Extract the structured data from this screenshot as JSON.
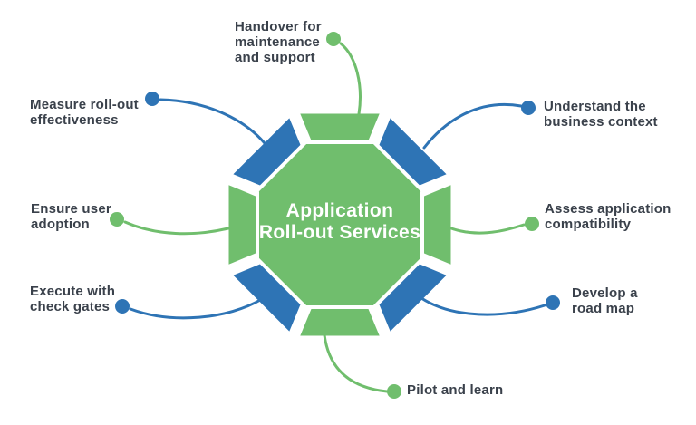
{
  "center": {
    "line1": "Application",
    "line2": "Roll-out Services",
    "color": "green"
  },
  "colors": {
    "green": "#70BE6D",
    "blue": "#2E74B5",
    "label_text": "#3A414B",
    "center_text": "#FFFFFF",
    "background": "#FFFFFF"
  },
  "nodes": [
    {
      "id": "handover",
      "label": "Handover for\nmaintenance\nand support",
      "color": "green"
    },
    {
      "id": "understand",
      "label": "Understand the\nbusiness context",
      "color": "blue"
    },
    {
      "id": "assess",
      "label": "Assess application\ncompatibility",
      "color": "green"
    },
    {
      "id": "develop",
      "label": "Develop a\nroad map",
      "color": "blue"
    },
    {
      "id": "pilot",
      "label": "Pilot and learn",
      "color": "green"
    },
    {
      "id": "execute",
      "label": "Execute with\ncheck gates",
      "color": "blue"
    },
    {
      "id": "ensure",
      "label": "Ensure user\nadoption",
      "color": "green"
    },
    {
      "id": "measure",
      "label": "Measure roll-out\neffectiveness",
      "color": "blue"
    }
  ],
  "ring_segments": [
    {
      "dir": "n",
      "color": "green"
    },
    {
      "dir": "ne",
      "color": "blue"
    },
    {
      "dir": "e",
      "color": "green"
    },
    {
      "dir": "se",
      "color": "blue"
    },
    {
      "dir": "s",
      "color": "green"
    },
    {
      "dir": "sw",
      "color": "blue"
    },
    {
      "dir": "w",
      "color": "green"
    },
    {
      "dir": "nw",
      "color": "blue"
    }
  ]
}
